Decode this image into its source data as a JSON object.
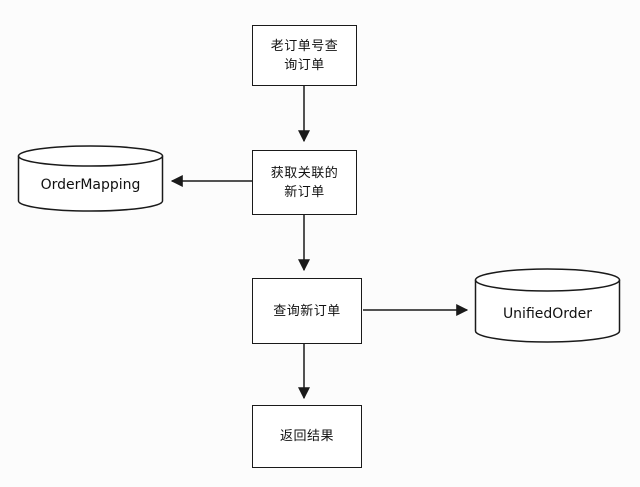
{
  "diagram": {
    "type": "flowchart",
    "background": "#fcfcfc",
    "stroke_color": "#1a1a1a",
    "nodes": {
      "old_order_query": {
        "type": "process",
        "label": "老订单号查询订单",
        "lines": [
          "老订单号查",
          "询订单"
        ]
      },
      "get_related_order": {
        "type": "process",
        "label": "获取关联的新订单",
        "lines": [
          "获取关联的",
          "新订单"
        ]
      },
      "order_mapping": {
        "type": "database",
        "label": "OrderMapping"
      },
      "query_new_order": {
        "type": "process",
        "label": "查询新订单"
      },
      "unified_order": {
        "type": "database",
        "label": "UnifiedOrder"
      },
      "return_result": {
        "type": "process",
        "label": "返回结果"
      }
    },
    "edges": [
      {
        "from": "old_order_query",
        "to": "get_related_order",
        "direction": "down"
      },
      {
        "from": "get_related_order",
        "to": "order_mapping",
        "direction": "left"
      },
      {
        "from": "get_related_order",
        "to": "query_new_order",
        "direction": "down"
      },
      {
        "from": "query_new_order",
        "to": "unified_order",
        "direction": "right"
      },
      {
        "from": "query_new_order",
        "to": "return_result",
        "direction": "down"
      }
    ]
  }
}
